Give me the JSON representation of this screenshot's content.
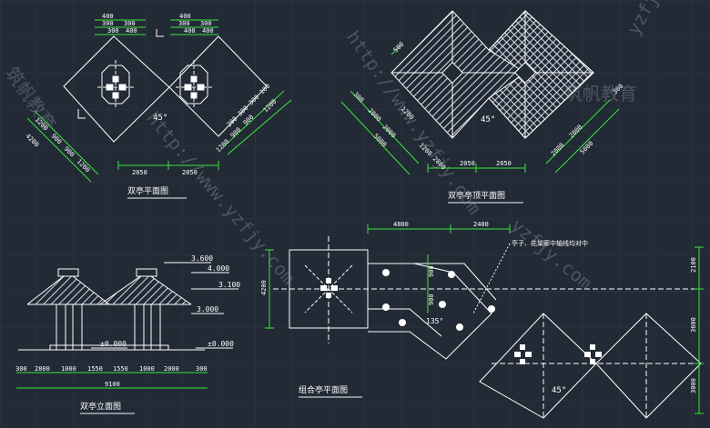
{
  "colors": {
    "background": "#222a36",
    "grid": "#2c3542",
    "line": "#ffffff",
    "dimension": "#39e639",
    "dimension_text": "#ffffff",
    "title": "#ffffff",
    "title_underline": "#8a8f99",
    "watermark": "#9aa3b0"
  },
  "titles": {
    "plan": "双亭平面图",
    "roof_plan": "双亭亭顶平面图",
    "elevation": "双亭立面图",
    "combined_plan": "组合亭平面图"
  },
  "plan": {
    "top_dims_row1": [
      "400",
      "400"
    ],
    "top_dims_row2": [
      "300",
      "300",
      "300",
      "300"
    ],
    "top_dims_row3": [
      "300",
      "400",
      "400",
      "400"
    ],
    "left_dims": [
      "1200",
      "900",
      "900",
      "1200"
    ],
    "left_total": "4200",
    "right_dims": [
      "1200",
      "900",
      "900",
      "1200"
    ],
    "right_extra": [
      "200",
      "300",
      "300",
      "100"
    ],
    "bottom_dims": [
      "2050",
      "2050"
    ],
    "angle": "45°"
  },
  "roof_plan": {
    "left_dims": [
      "300",
      "2000",
      "2000",
      "5000"
    ],
    "left_extra": "1200",
    "right_dims": [
      "2000",
      "2000",
      "5000"
    ],
    "right_extra": "300",
    "top_left": "500",
    "bottom_dims": [
      "2050",
      "2050"
    ],
    "mid_dims": [
      "1200",
      "2800"
    ],
    "angle": "45°"
  },
  "elevation": {
    "levels": [
      "3.600",
      "4.000",
      "3.100",
      "3.000"
    ],
    "ground_left": "±0.000",
    "ground_right": "±0.000",
    "bottom_dims": [
      "300",
      "2800",
      "1000",
      "1550",
      "1550",
      "1000",
      "2000",
      "300"
    ],
    "total": "9100"
  },
  "combined_plan": {
    "top_dims": [
      "4800",
      "2400"
    ],
    "left_dim": "4200",
    "center_dims": [
      "900",
      "900"
    ],
    "right_dims": [
      "2100",
      "3600",
      "3000"
    ],
    "note": "亭子、花架廊中轴线均对中",
    "angle_small": "135°",
    "angle_big": "45°"
  },
  "watermarks": [
    "http://www.yzfjy.com",
    "http://www.yzfjy.com",
    "筑帆教育",
    "筑帆教育",
    "yzfjy.com",
    "yzfjy"
  ]
}
